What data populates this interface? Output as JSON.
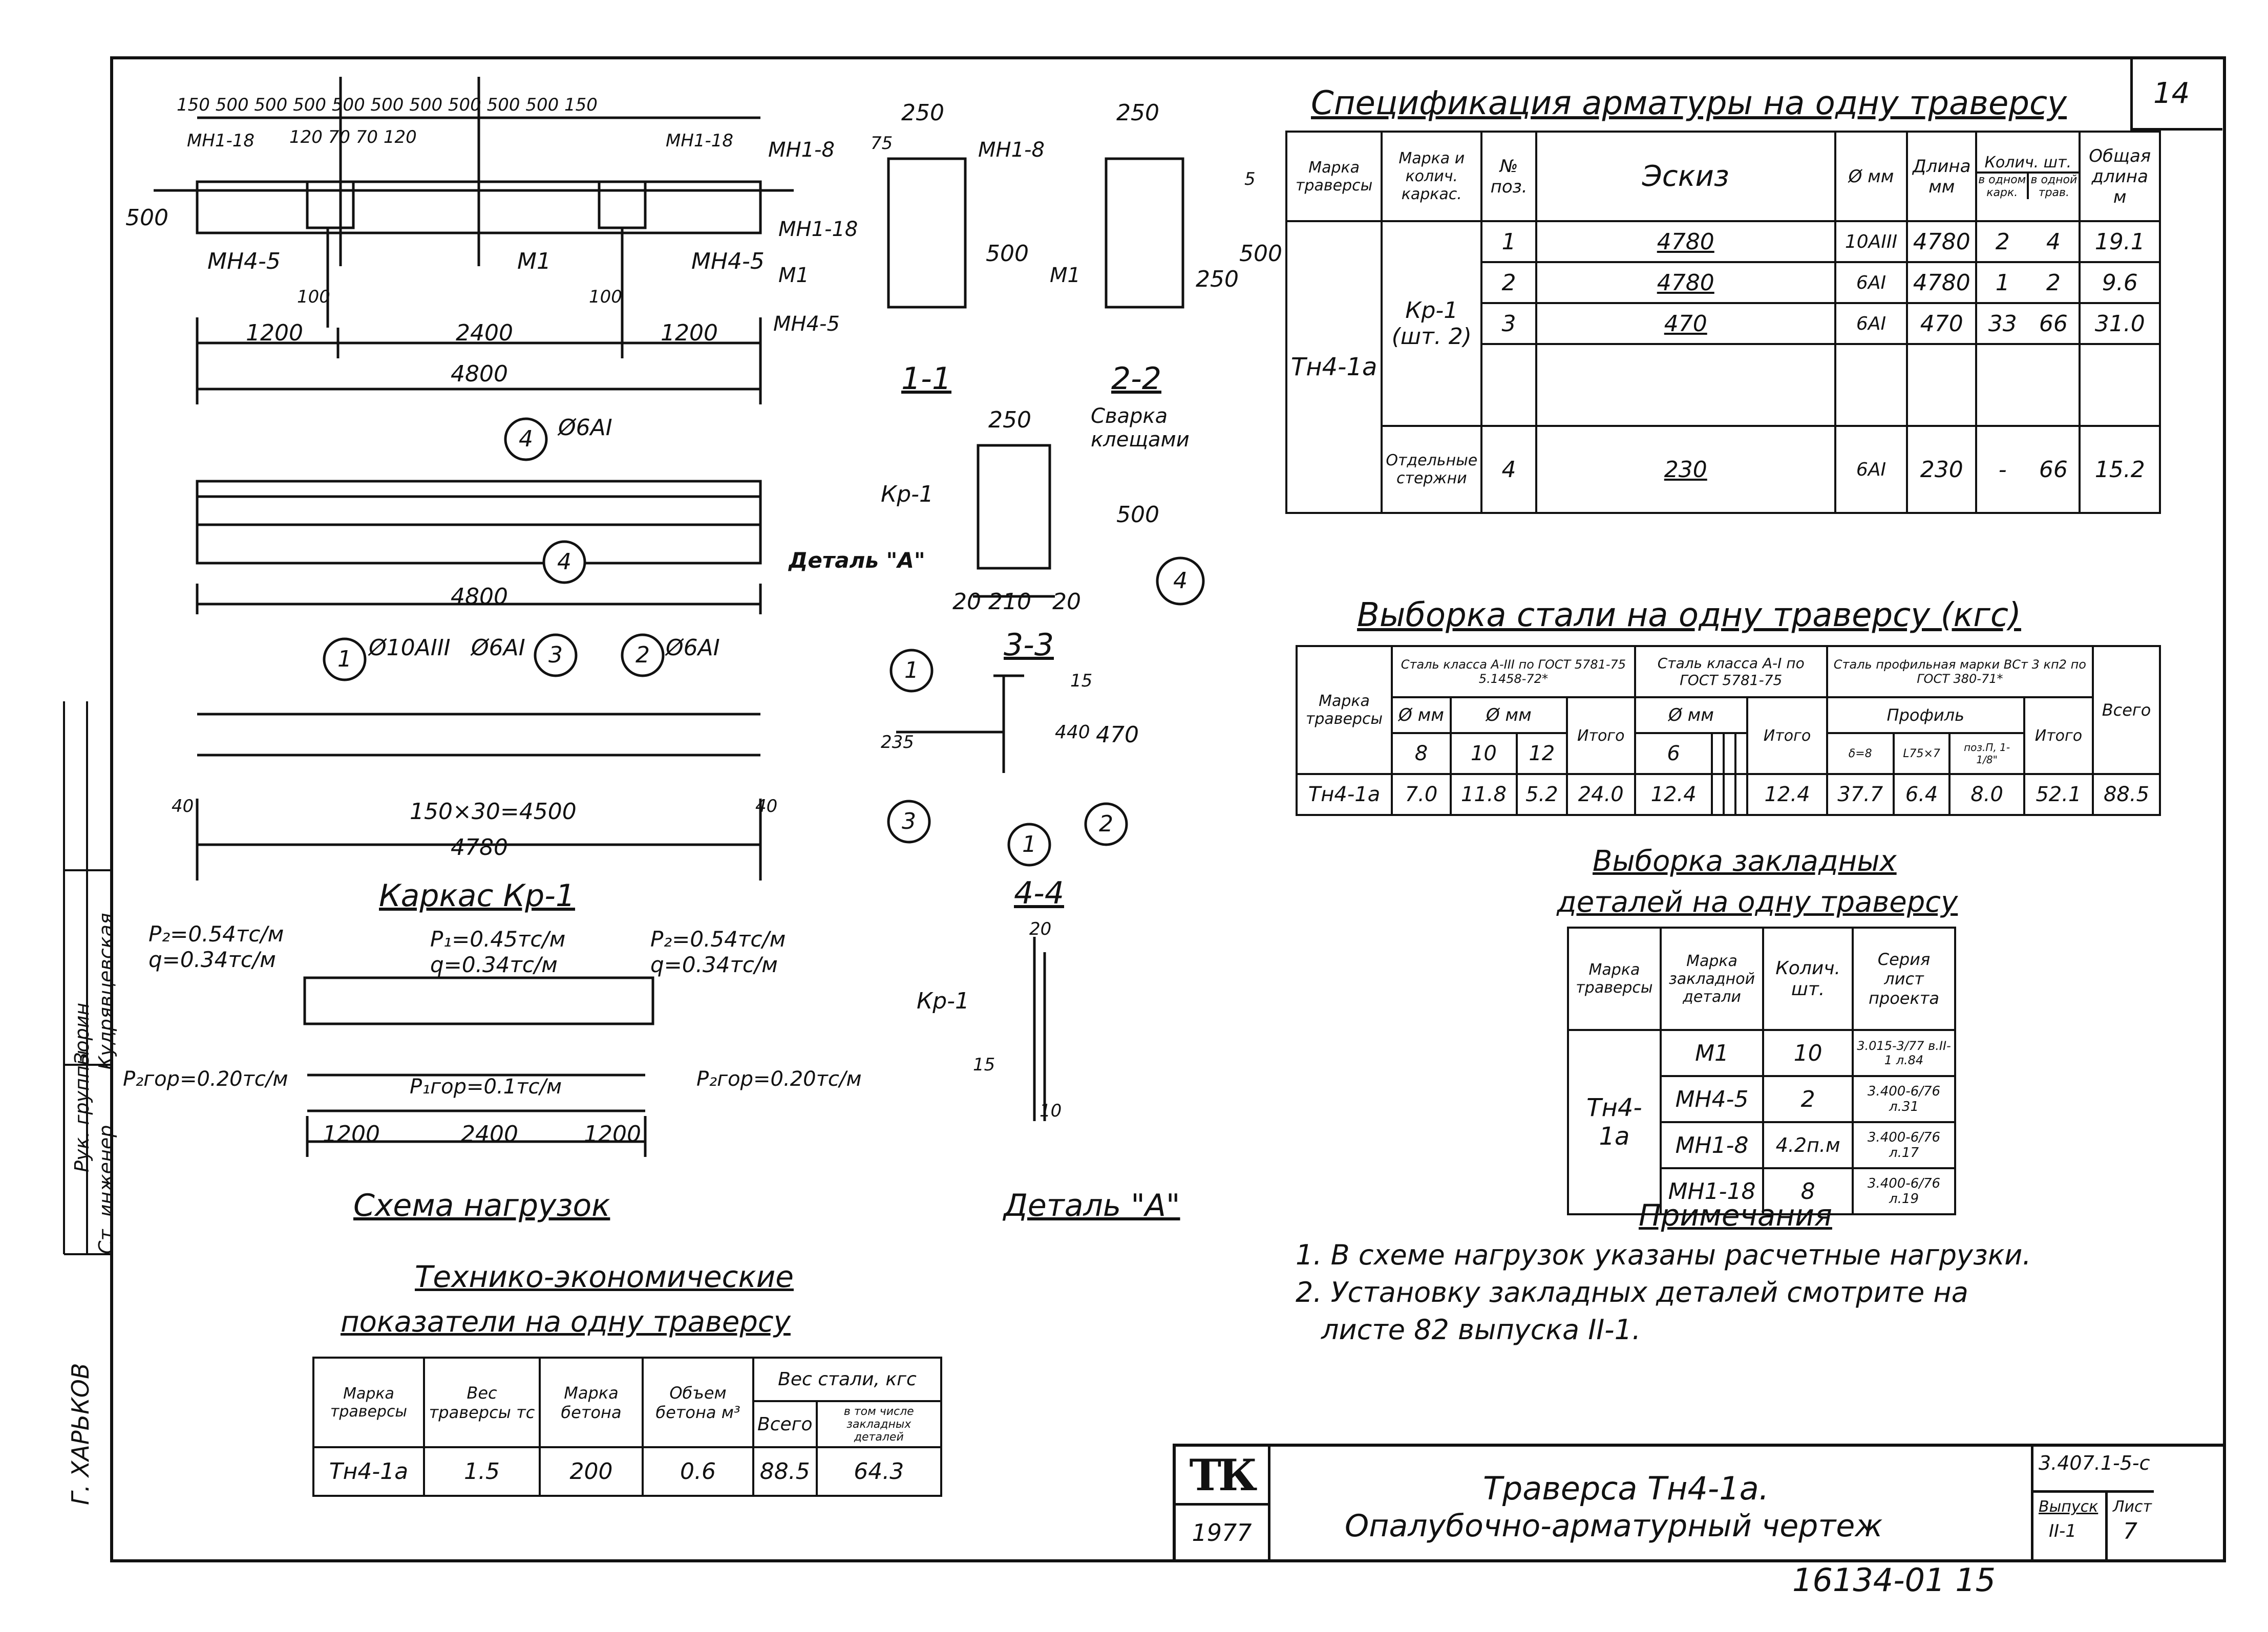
{
  "sheet_num_top": "14",
  "bottom_code": "16134-01  15",
  "left_margin": {
    "city": "Г. ХАРЬКОВ",
    "r1_role": "Рук. группы",
    "r1_name": "Зорин",
    "r2_role": "Ст. инженер",
    "r2_name": "Кудрявцевская"
  },
  "spec": {
    "title": "Спецификация арматуры на одну траверсу",
    "h_marka": "Марка траверсы",
    "h_karkas": "Марка и колич. каркас.",
    "h_poz": "№ поз.",
    "h_eskiz": "Эскиз",
    "h_d": "Ø мм",
    "h_len": "Длина мм",
    "h_qty": "Колич. шт.",
    "h_q1": "в одном карк.",
    "h_q2": "в одной трав.",
    "h_total": "Общая длина м",
    "marka": "Тн4-1а",
    "karkas": "Кр-1 (шт. 2)",
    "rows": [
      {
        "poz": "1",
        "sketch": "4780",
        "d": "10АIII",
        "len": "4780",
        "q1": "2",
        "q2": "4",
        "total": "19.1"
      },
      {
        "poz": "2",
        "sketch": "4780",
        "d": "6АI",
        "len": "4780",
        "q1": "1",
        "q2": "2",
        "total": "9.6"
      },
      {
        "poz": "3",
        "sketch": "470",
        "d": "6АI",
        "len": "470",
        "q1": "33",
        "q2": "66",
        "total": "31.0"
      }
    ],
    "sep_label": "Отдельные стержни",
    "sep": {
      "poz": "4",
      "sketch": "230",
      "d": "6АI",
      "len": "230",
      "q1": "-",
      "q2": "66",
      "total": "15.2"
    }
  },
  "steel": {
    "title": "Выборка стали на одну траверсу (кгс)",
    "h_marka": "Марка траверсы",
    "h_a3": "Сталь класса А-III по ГОСТ 5781-75 5.1458-72*",
    "h_a1": "Сталь класса А-I по ГОСТ 5781-75",
    "h_prof": "Сталь профильная марки ВСт 3 кп2 по ГОСТ 380-71*",
    "h_dmm": "Ø мм",
    "h_itogo": "Итого",
    "h_profil": "Профиль",
    "h_vsego": "Всего",
    "d8": "8",
    "d10": "10",
    "d12": "12",
    "d6": "6",
    "p1": "δ=8",
    "p2": "L75×7",
    "p3": "поз.П, 1-1/8\"",
    "row": {
      "marka": "Тн4-1а",
      "v8": "7.0",
      "v10": "11.8",
      "v12": "5.2",
      "it1": "24.0",
      "v6": "12.4",
      "it2": "12.4",
      "pv1": "37.7",
      "pv2": "6.4",
      "pv3": "8.0",
      "it3": "52.1",
      "vsego": "88.5"
    }
  },
  "embed": {
    "title1": "Выборка закладных",
    "title2": "деталей на одну траверсу",
    "h_marka": "Марка траверсы",
    "h_det": "Марка закладной детали",
    "h_qty": "Колич. шт.",
    "h_ser": "Серия лист проекта",
    "marka": "Тн4-1а",
    "rows": [
      {
        "det": "М1",
        "qty": "10",
        "ser": "3.015-3/77 в.II-1 л.84"
      },
      {
        "det": "МН4-5",
        "qty": "2",
        "ser": "3.400-6/76 л.31"
      },
      {
        "det": "МН1-8",
        "qty": "4.2п.м",
        "ser": "3.400-6/76 л.17"
      },
      {
        "det": "МН1-18",
        "qty": "8",
        "ser": "3.400-6/76 л.19"
      }
    ]
  },
  "notes": {
    "title": "Примечания",
    "n1": "1. В схеме нагрузок указаны расчетные нагрузки.",
    "n2": "2. Установку закладных деталей смотрите на",
    "n3": "листе 82 выпуска II-1."
  },
  "tech": {
    "title1": "Технико-экономические",
    "title2": "показатели на одну траверсу",
    "h_marka": "Марка траверсы",
    "h_ves": "Вес траверсы тс",
    "h_beton": "Марка бетона",
    "h_obem": "Объем бетона м³",
    "h_steel": "Вес стали, кгс",
    "h_vsego": "Всего",
    "h_incl": "в том числе закладных деталей",
    "row": {
      "marka": "Тн4-1а",
      "ves": "1.5",
      "beton": "200",
      "obem": "0.6",
      "vsego": "88.5",
      "incl": "64.3"
    }
  },
  "stamp": {
    "logo": "ТК",
    "year": "1977",
    "line1": "Траверса Тн4-1а.",
    "line2": "Опалубочно-арматурный чертеж",
    "series": "3.407.1-5-с",
    "vyp_label": "Выпуск",
    "vyp": "II-1",
    "list_label": "Лист",
    "list": "7"
  },
  "labels": {
    "karkas_caption": "Каркас Кр-1",
    "load_caption": "Схема нагрузок",
    "detail_caption": "Деталь \"А\"",
    "s11": "1-1",
    "s22": "2-2",
    "s33": "3-3",
    "s44": "4-4",
    "svarka": "Сварка клещами",
    "kr1": "Кр-1",
    "detalA": "Деталь \"А\"",
    "mn118": "МН1-18",
    "mn18": "МН1-8",
    "mn45": "МН4-5",
    "m1": "М1",
    "d4800": "4800",
    "d4780": "4780",
    "d1200": "1200",
    "d2400": "2400",
    "d500": "500",
    "d250": "250",
    "d470": "470",
    "d440": "440",
    "d210": "210",
    "d20": "20",
    "d235": "235",
    "d15": "15",
    "d10": "10",
    "d100": "100",
    "d150x30": "150×30=4500",
    "top_dims": "150  500  500  500  500  500  500  500  500  500  150",
    "top_dims2": "120 70 70 120",
    "d5": "5",
    "d40": "40",
    "d75": "75",
    "phi6": "Ø6АI",
    "phi10": "Ø10АIII",
    "sec1": "1",
    "sec2": "2",
    "sec3": "3",
    "sec4": "4",
    "p2": "P₂=0.54тс/м",
    "q": "q=0.34тс/м",
    "p1": "P₁=0.45тс/м",
    "p2gor": "P₂гор=0.20тс/м",
    "p1gor": "P₁гор=0.1тс/м",
    "c1": "1",
    "c2": "2",
    "c3": "3",
    "c4": "4"
  }
}
